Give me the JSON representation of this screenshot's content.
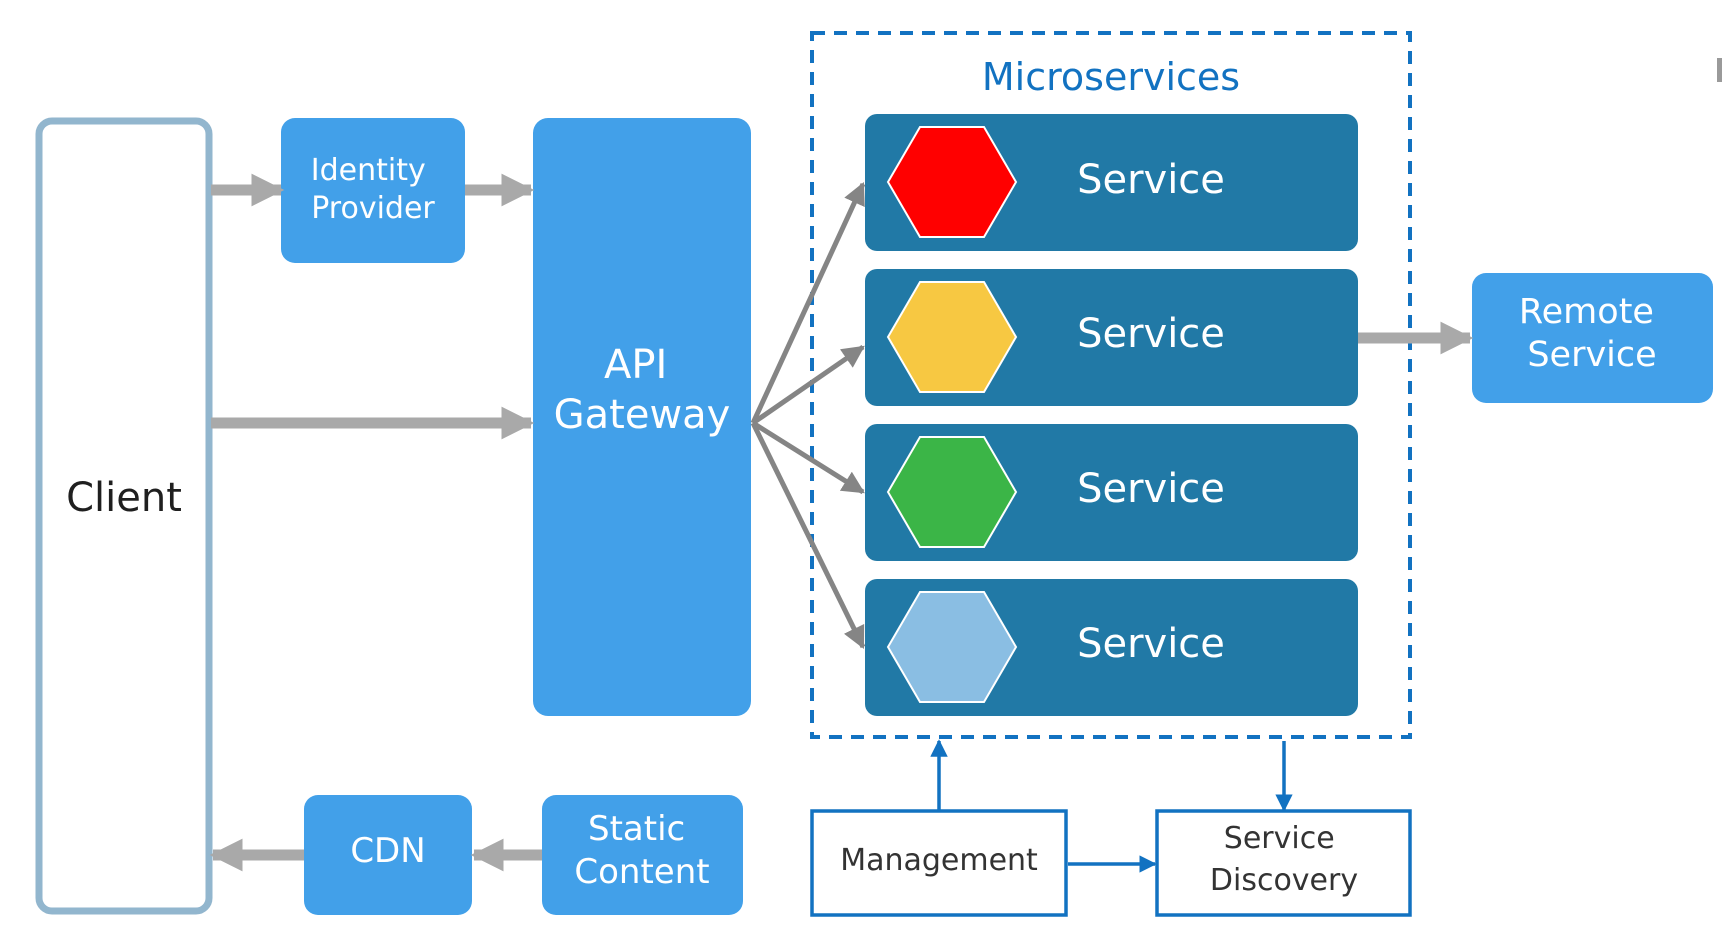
{
  "colors": {
    "box_blue": "#42A0E9",
    "service_bar": "#2179A6",
    "client_border": "#92B6CE",
    "arrow_gray": "#A9A9A9",
    "arrow_dark_gray": "#858585",
    "outline_blue": "#1272C1",
    "hex_red": "#FF0000",
    "hex_yellow": "#F7C842",
    "hex_green": "#3BB547",
    "hex_lightblue": "#8ABEE3"
  },
  "client": {
    "label": "Client"
  },
  "identity_provider": {
    "line1": "Identity",
    "line2": "Provider"
  },
  "api_gateway": {
    "line1": "API",
    "line2": "Gateway"
  },
  "cdn": {
    "label": "CDN"
  },
  "static_content": {
    "line1": "Static",
    "line2": "Content"
  },
  "microservices": {
    "title": "Microservices",
    "services": [
      {
        "label": "Service",
        "hex_color": "red"
      },
      {
        "label": "Service",
        "hex_color": "yellow"
      },
      {
        "label": "Service",
        "hex_color": "green"
      },
      {
        "label": "Service",
        "hex_color": "light-blue"
      }
    ]
  },
  "remote_service": {
    "line1": "Remote",
    "line2": "Service"
  },
  "management": {
    "label": "Management"
  },
  "service_discovery": {
    "line1": "Service",
    "line2": "Discovery"
  }
}
